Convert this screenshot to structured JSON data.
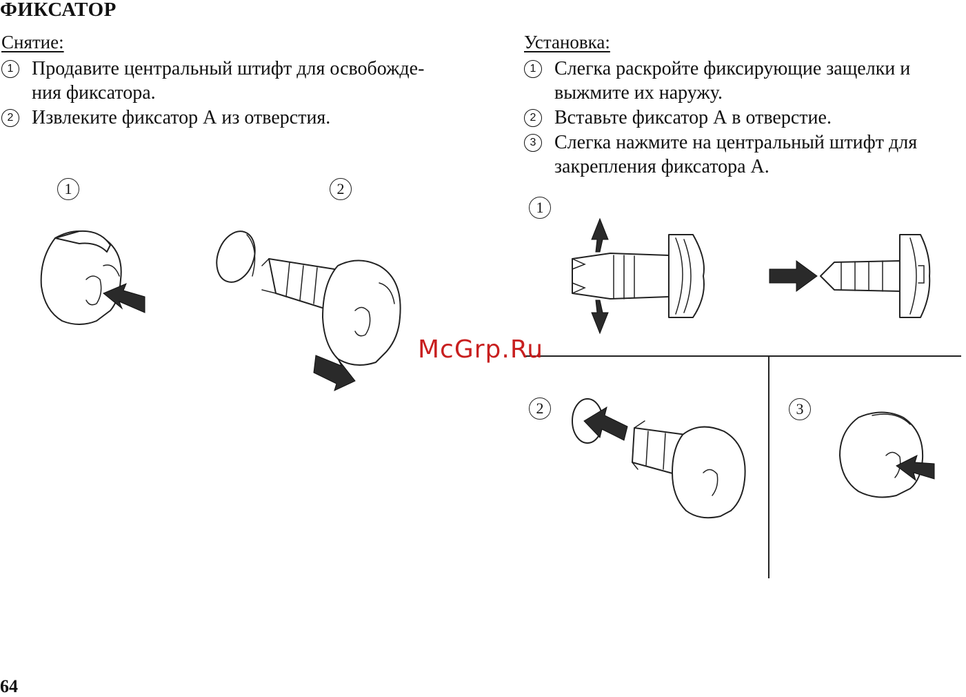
{
  "title": "ФИКСАТОР",
  "removal": {
    "heading": "Снятие:",
    "steps": [
      {
        "num": "1",
        "line1": "Продавите центральный штифт для освобожде-",
        "line2": "ния фиксатора."
      },
      {
        "num": "2",
        "line1": "Извлеките фиксатор А из отверстия.",
        "line2": ""
      }
    ],
    "figure_labels": [
      "1",
      "2"
    ]
  },
  "installation": {
    "heading": "Установка:",
    "steps": [
      {
        "num": "1",
        "line1": "Слегка раскройте фиксирующие защелки и",
        "line2": "выжмите их наружу."
      },
      {
        "num": "2",
        "line1": "Вставьте фиксатор А в отверстие.",
        "line2": ""
      },
      {
        "num": "3",
        "line1": "Слегка нажмите на центральный штифт для",
        "line2": "закрепления фиксатора А."
      }
    ],
    "figure_labels": [
      "1",
      "2",
      "3"
    ]
  },
  "watermark": "McGrp.Ru",
  "page_number": "64"
}
